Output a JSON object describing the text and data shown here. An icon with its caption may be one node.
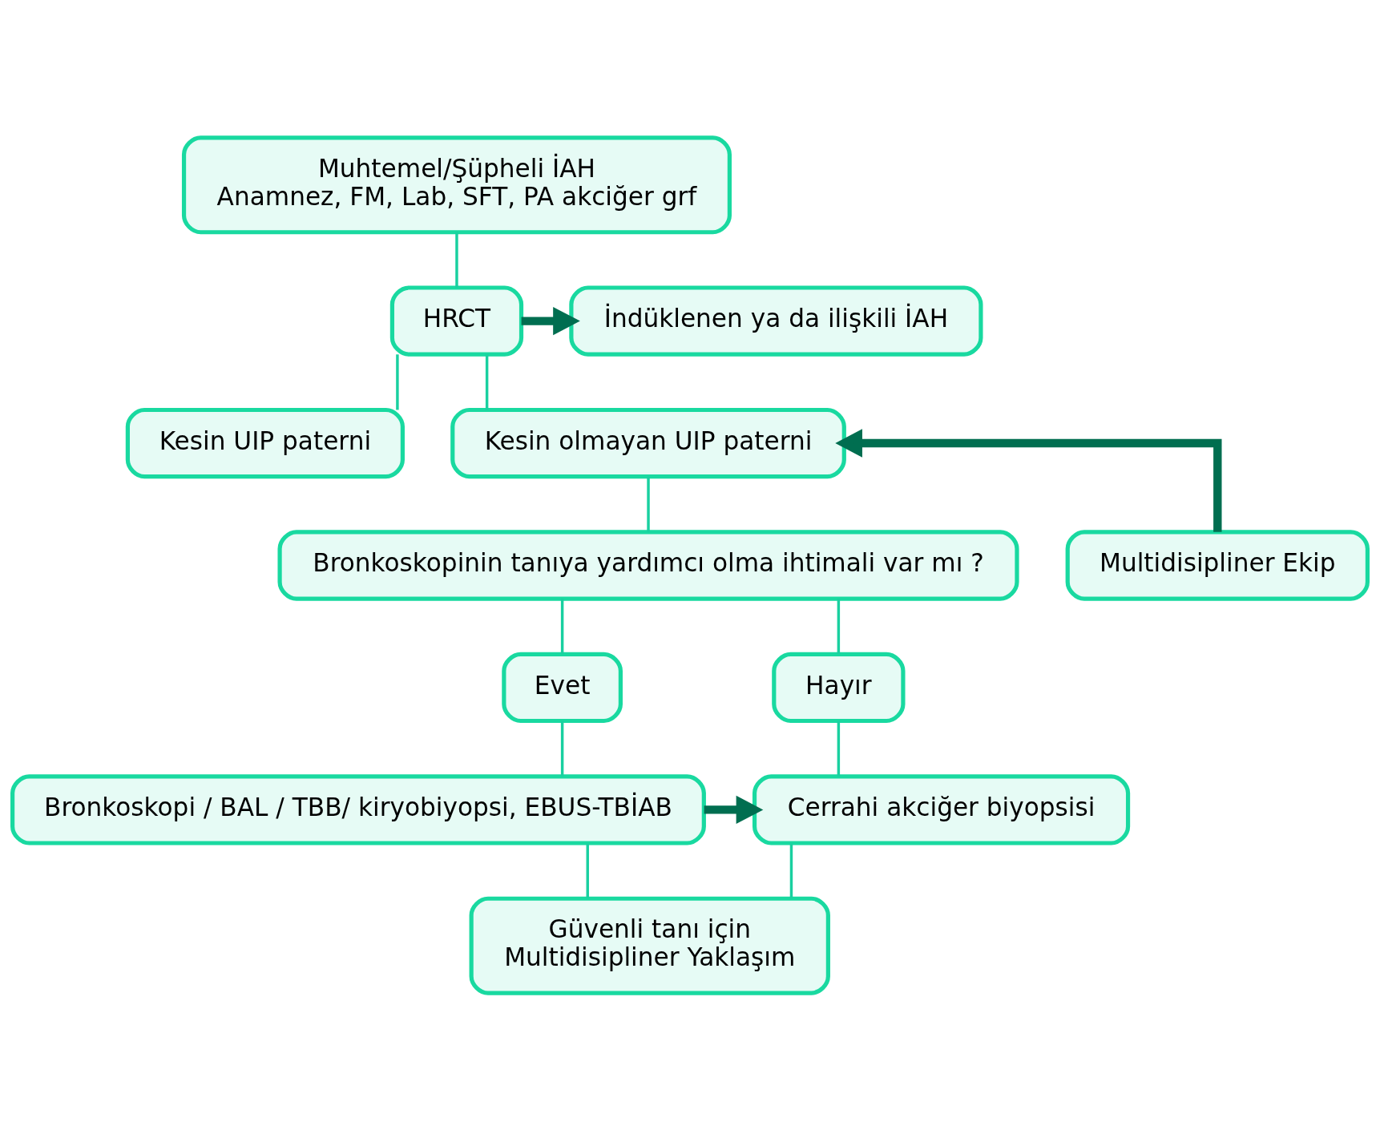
{
  "diagram": {
    "nodes": [
      {
        "text": [
          "Muhtemel/Şüpheli İAH",
          "Anamnez, FM, Lab, SFT, PA akciğer grf"
        ]
      },
      {
        "text": [
          "HRCT"
        ]
      },
      {
        "text": [
          "İndüklenen ya da ilişkili İAH"
        ]
      },
      {
        "text": [
          "Kesin UIP paterni"
        ]
      },
      {
        "text": [
          "Kesin olmayan UIP paterni"
        ]
      },
      {
        "text": [
          "Multidisipliner Ekip"
        ]
      },
      {
        "text": [
          "Bronkoskopinin tanıya yardımcı olma ihtimali var mı ?"
        ]
      },
      {
        "text": [
          "Evet"
        ]
      },
      {
        "text": [
          "Hayır"
        ]
      },
      {
        "text": [
          "Bronkoskopi / BAL / TBB/ kiryobiyopsi, EBUS-TBİAB"
        ]
      },
      {
        "text": [
          "Cerrahi akciğer biyopsisi"
        ]
      },
      {
        "text": [
          "Güvenli tanı için",
          "Multidisipliner Yaklaşım"
        ]
      }
    ],
    "edges": [
      {
        "from": 0,
        "to": 1,
        "arrow": "none"
      },
      {
        "from": 1,
        "to": 2,
        "arrow": "to",
        "style": "thick",
        "color": "#006e50"
      },
      {
        "from": 1,
        "to": 3,
        "arrow": "none"
      },
      {
        "from": 1,
        "to": 4,
        "arrow": "none"
      },
      {
        "from": 4,
        "to": 6,
        "arrow": "none"
      },
      {
        "from": 5,
        "to": 4,
        "arrow": "to",
        "style": "thick",
        "color": "#006e50"
      },
      {
        "from": 6,
        "to": 7,
        "arrow": "none"
      },
      {
        "from": 6,
        "to": 8,
        "arrow": "none"
      },
      {
        "from": 7,
        "to": 9,
        "arrow": "none"
      },
      {
        "from": 8,
        "to": 10,
        "arrow": "none"
      },
      {
        "from": 9,
        "to": 10,
        "arrow": "to",
        "style": "thick",
        "color": "#006e50"
      },
      {
        "from": 9,
        "to": 11,
        "arrow": "none"
      },
      {
        "from": 10,
        "to": 11,
        "arrow": "none"
      }
    ]
  }
}
